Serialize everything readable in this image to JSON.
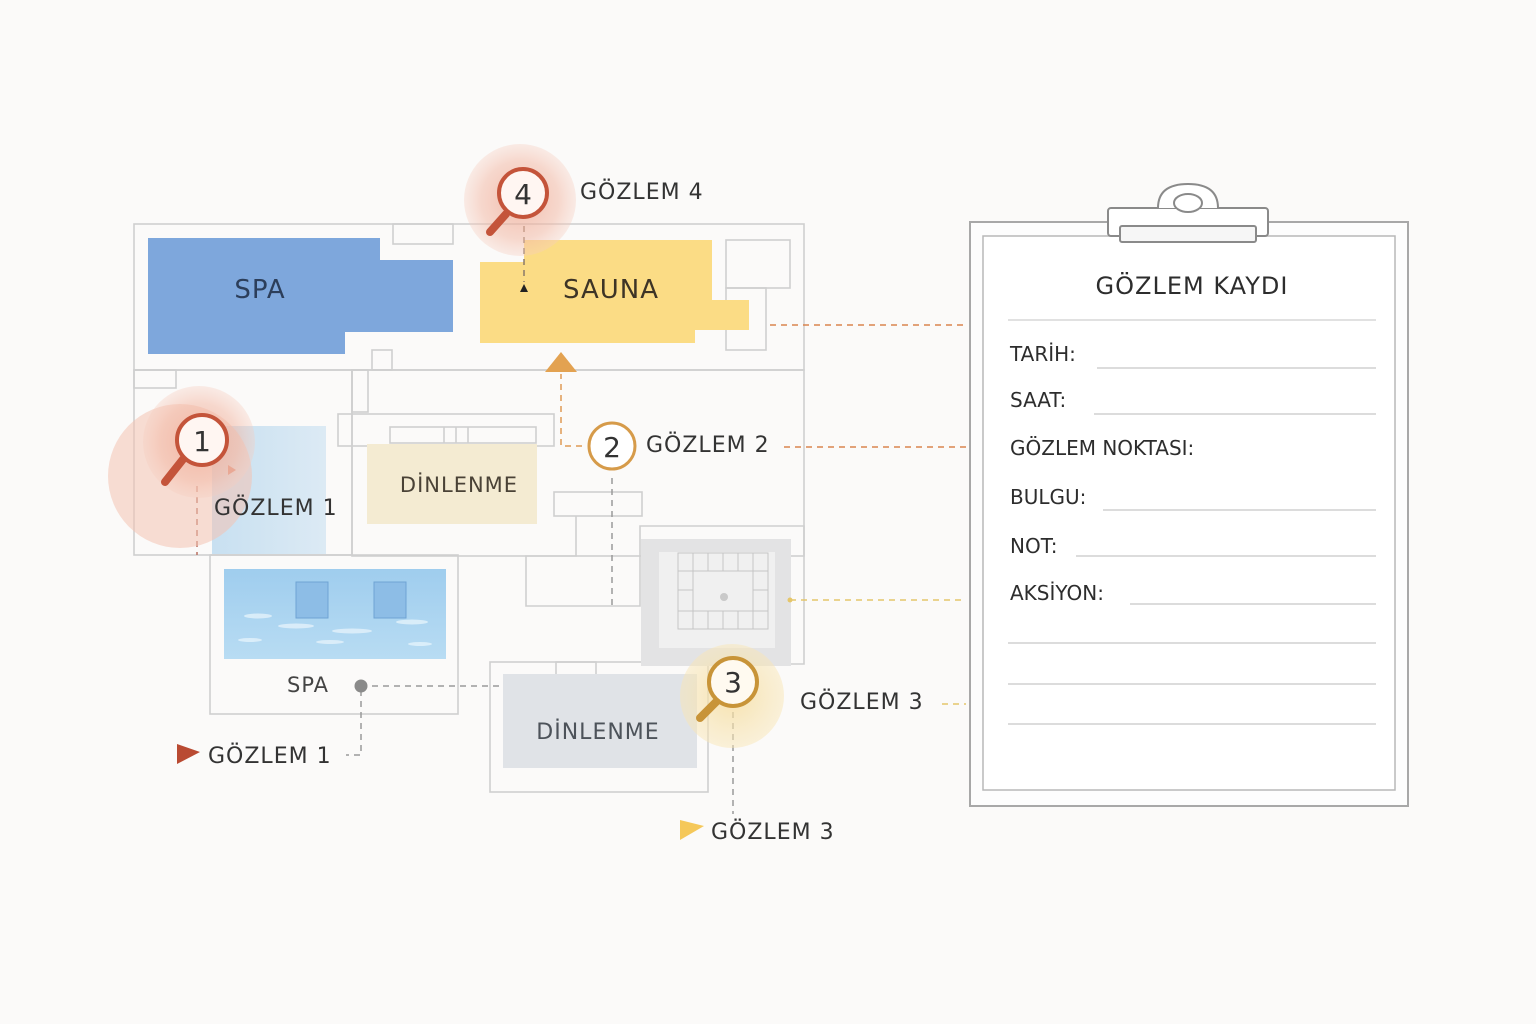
{
  "rooms": {
    "spa_top": "SPA",
    "sauna": "SAUNA",
    "dinlenme_mid": "DİNLENME",
    "spa_pool": "SPA",
    "dinlenme_bottom": "DİNLENME"
  },
  "observations": {
    "m1": {
      "number": "1",
      "label": "GÖZLEM 1"
    },
    "m2": {
      "number": "2",
      "label": "GÖZLEM 2"
    },
    "m3": {
      "number": "3",
      "label": "GÖZLEM 3"
    },
    "m4": {
      "number": "4",
      "label": "GÖZLEM 4"
    }
  },
  "flags": {
    "f1": "GÖZLEM 1",
    "f3": "GÖZLEM 3"
  },
  "clipboard": {
    "title": "GÖZLEM KAYDI",
    "fields": [
      "TARİH:",
      "SAAT:",
      "GÖZLEM NOKTASI:",
      "BULGU:",
      "NOT:",
      "AKSİYON:"
    ]
  },
  "colors": {
    "spa_blue": "#7ea7dc",
    "sauna_yellow": "#fbdc85",
    "rest_beige": "#f4ebd2",
    "rest_gray": "#e0e3e7",
    "marker_red": "#c4543a",
    "marker_gold": "#d69b4a",
    "flag_red": "#b94a32",
    "flag_gold": "#f5c85a"
  }
}
